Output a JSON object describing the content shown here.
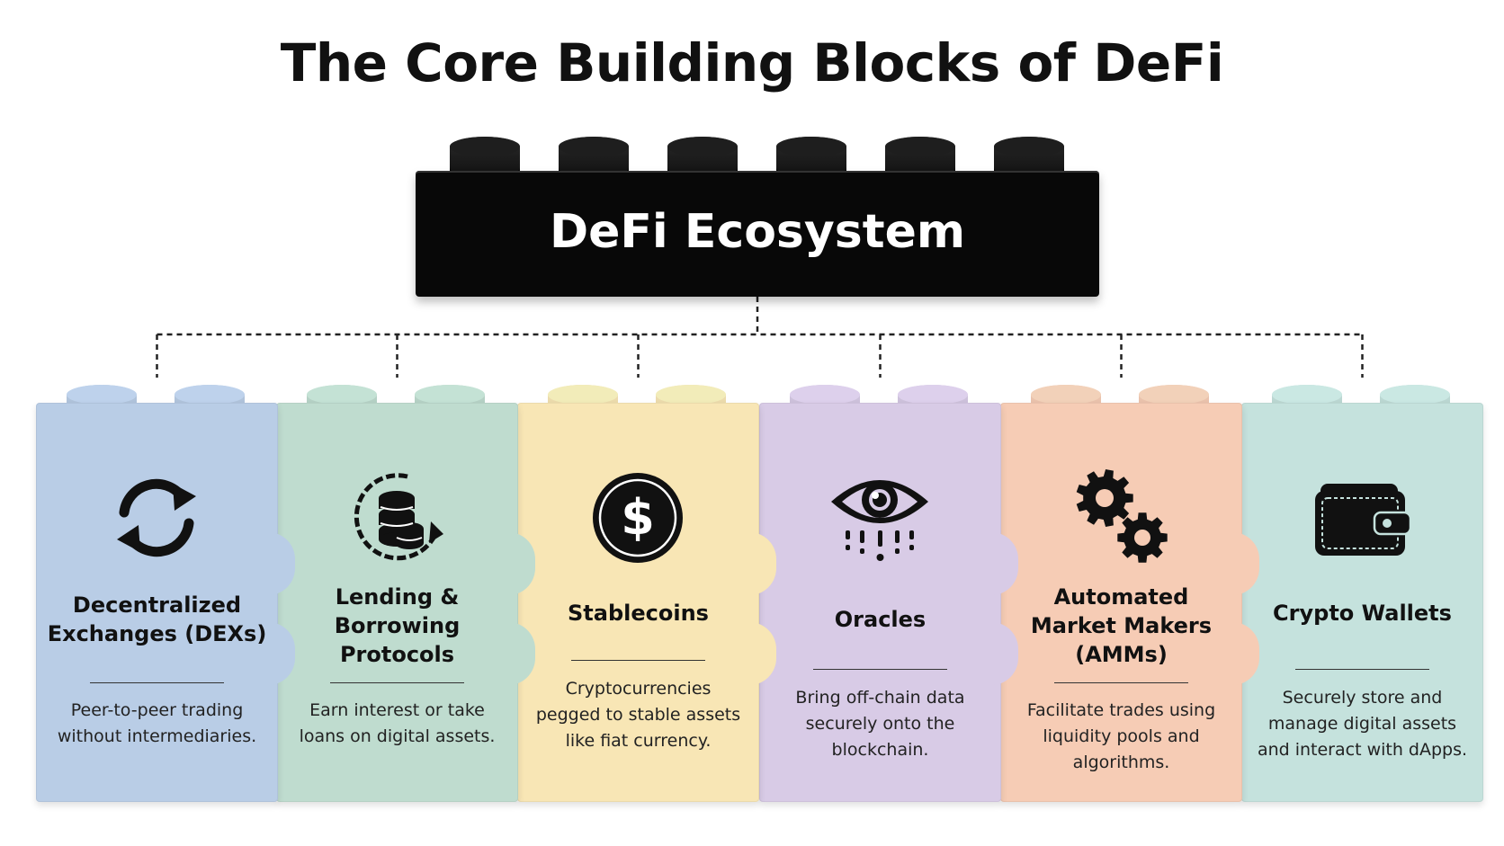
{
  "title": "The Core Building Blocks of DeFi",
  "hub": {
    "label": "DeFi Ecosystem"
  },
  "blocks": [
    {
      "name": "Decentralized Exchanges (DEXs)",
      "description": "Peer-to-peer trading without intermediaries.",
      "icon": "sync-arrows-icon",
      "color": "#b9cde6"
    },
    {
      "name": "Lending & Borrowing Protocols",
      "description": "Earn interest or take loans on digital assets.",
      "icon": "coin-stack-cycle-icon",
      "color": "#bfdccf"
    },
    {
      "name": "Stablecoins",
      "description": "Cryptocurrencies pegged to stable assets like fiat currency.",
      "icon": "dollar-coin-icon",
      "color": "#f8e6b5"
    },
    {
      "name": "Oracles",
      "description": "Bring off-chain data securely onto the blockchain.",
      "icon": "eye-data-icon",
      "color": "#d8cbe6"
    },
    {
      "name": "Automated Market Makers (AMMs)",
      "description": "Facilitate trades using liquidity pools and algorithms.",
      "icon": "gears-icon",
      "color": "#f6ccb5"
    },
    {
      "name": "Crypto Wallets",
      "description": "Securely store and manage digital assets and interact with dApps.",
      "icon": "wallet-icon",
      "color": "#c5e2dd"
    }
  ]
}
